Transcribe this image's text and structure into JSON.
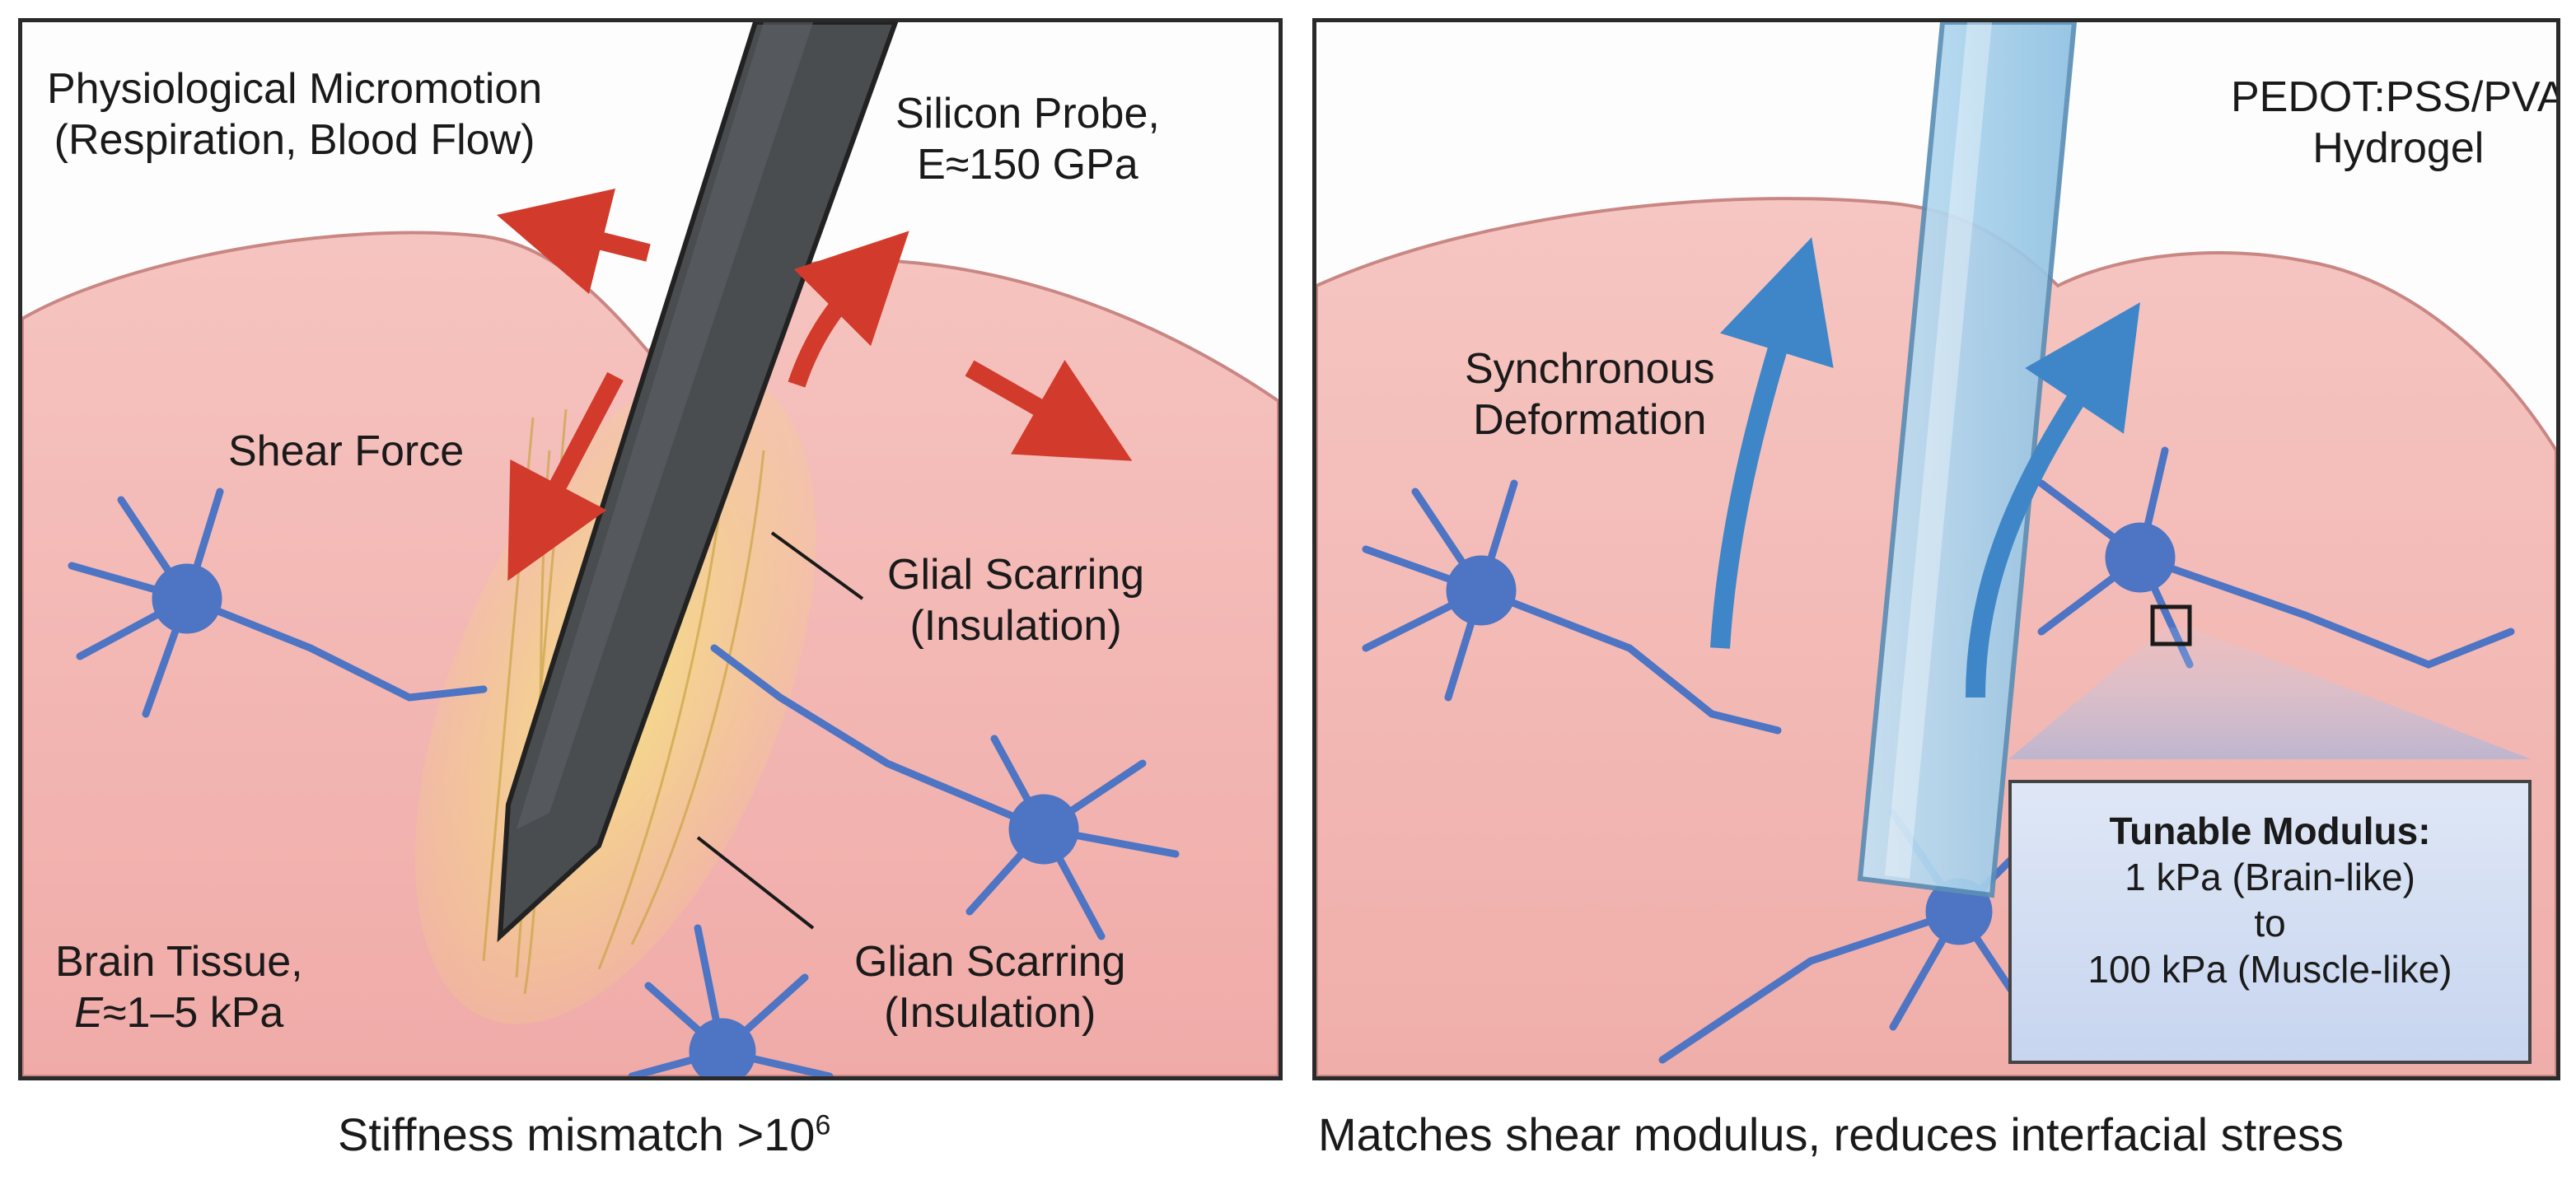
{
  "left_panel": {
    "labels": {
      "micromotion": [
        "Physiological Micromotion",
        "(Respiration, Blood Flow)"
      ],
      "probe": [
        "Silicon Probe,",
        "E≈150 GPa"
      ],
      "shear": "Shear Force",
      "glial": [
        "Glial Scarring",
        "(Insulation)"
      ],
      "glian": [
        "Glian Scarring",
        "(Insulation)"
      ],
      "tissue_line1": "Brain Tissue,",
      "tissue_e": "E",
      "tissue_value": "≈1–5 kPa"
    },
    "caption_text": "Stiffness mismatch >10",
    "caption_exp": "6"
  },
  "right_panel": {
    "labels": {
      "hydrogel": [
        "PEDOT:PSS/PVA",
        "Hydrogel"
      ],
      "sync": [
        "Synchronous",
        "Deformation"
      ]
    },
    "modulus_box": {
      "title": "Tunable Modulus:",
      "lines": [
        "1 kPa (Brain-like)",
        "to",
        "100 kPa (Muscle-like)"
      ]
    },
    "caption": "Matches shear modulus, reduces interfacial stress"
  },
  "colors": {
    "tissue": "#f2b5b2",
    "probe": "#4a4d50",
    "scar": "#f2d57a",
    "neuron": "#4e74c4",
    "red_arrow": "#d23b2c",
    "blue_arrow": "#3f86c8",
    "hydrogel": "#a9d2ec"
  }
}
